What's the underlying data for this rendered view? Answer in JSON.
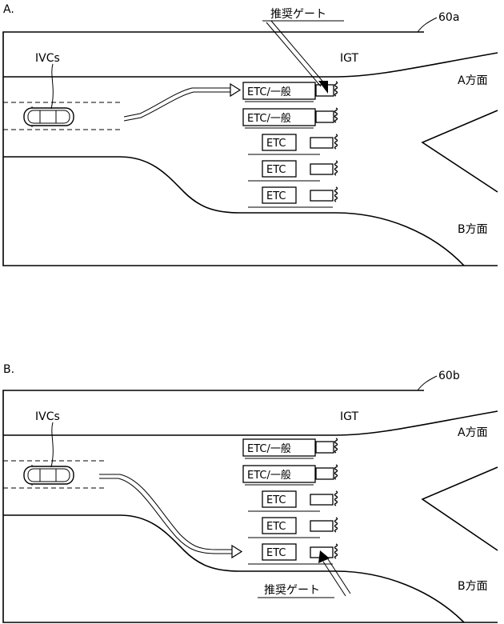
{
  "panels": [
    {
      "id": "A",
      "panel_label": "A.",
      "ref_label": "60a",
      "vehicle_label": "IVCs",
      "igt_label": "IGT",
      "direction_top": "A方面",
      "direction_bottom": "B方面",
      "recommended_label": "推奨ゲート",
      "gates": [
        "ETC/一般",
        "ETC/一般",
        "ETC",
        "ETC",
        "ETC"
      ],
      "recommended_gate_index": 0
    },
    {
      "id": "B",
      "panel_label": "B.",
      "ref_label": "60b",
      "vehicle_label": "IVCs",
      "igt_label": "IGT",
      "direction_top": "A方面",
      "direction_bottom": "B方面",
      "recommended_label": "推奨ゲート",
      "gates": [
        "ETC/一般",
        "ETC/一般",
        "ETC",
        "ETC",
        "ETC"
      ],
      "recommended_gate_index": 4
    }
  ]
}
